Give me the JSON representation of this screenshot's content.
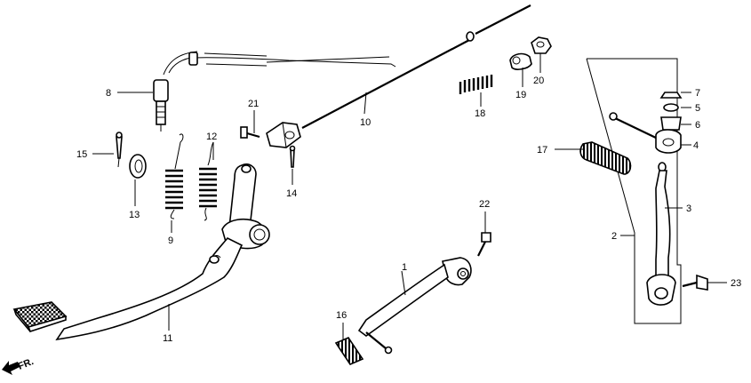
{
  "callouts": {
    "c1": "1",
    "c2": "2",
    "c3": "3",
    "c4": "4",
    "c5": "5",
    "c6": "6",
    "c7": "7",
    "c8": "8",
    "c9": "9",
    "c10": "10",
    "c11": "11",
    "c12": "12",
    "c13": "13",
    "c14": "14",
    "c15": "15",
    "c16": "16",
    "c17": "17",
    "c18": "18",
    "c19": "19",
    "c20": "20",
    "c21": "21",
    "c22": "22",
    "c23": "23"
  },
  "direction_label": "FR."
}
